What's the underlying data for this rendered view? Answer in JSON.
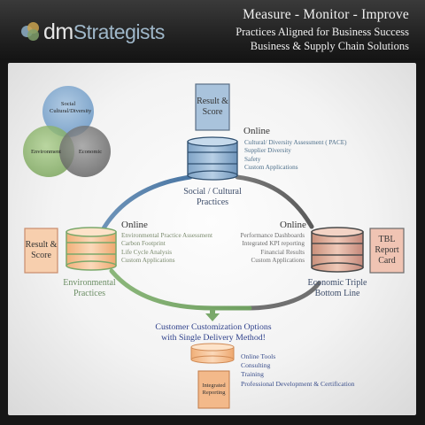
{
  "header": {
    "logo_dm": "dm",
    "logo_strategists": "Strategists",
    "tagline_1": "Measure - Monitor - Improve",
    "tagline_2": "Practices Aligned for Business Success",
    "tagline_3": "Business & Supply Chain Solutions"
  },
  "venn": {
    "social": "Social Cultural/Diversity",
    "environment": "Environment",
    "economic": "Economic"
  },
  "social": {
    "box": "Result & Score",
    "online": "Online",
    "items": [
      "Cultural/ Diversity Assessment ( PACE)",
      "Supplier Diversity",
      "Safety",
      "Custom Applications"
    ],
    "caption": "Social / Cultural Practices"
  },
  "environmental": {
    "box": "Result & Score",
    "online": "Online",
    "items": [
      "Environmental Practice Assessment",
      "Carbon Footprint",
      "Life Cycle Analysis",
      "Custom Applications"
    ],
    "caption": "Environmental Practices"
  },
  "economic": {
    "box": "TBL Report Card",
    "online": "Online",
    "items": [
      "Performance Dashboards",
      "Integrated KPI reporting",
      "Financial Results",
      "Custom Applications"
    ],
    "caption": "Economic Triple Bottom Line"
  },
  "delivery": {
    "heading": "Customer Customization Options with Single Delivery Method!",
    "items": [
      "Online Tools",
      "Consulting",
      "Training",
      "Professional Development & Certification"
    ],
    "box": "Integrated Reporting"
  },
  "colors": {
    "blue": "#5b86b0",
    "green": "#7aa86a",
    "gray": "#6b6b6b",
    "peach": "#f6c49a",
    "salmon": "#e9b9a6"
  }
}
